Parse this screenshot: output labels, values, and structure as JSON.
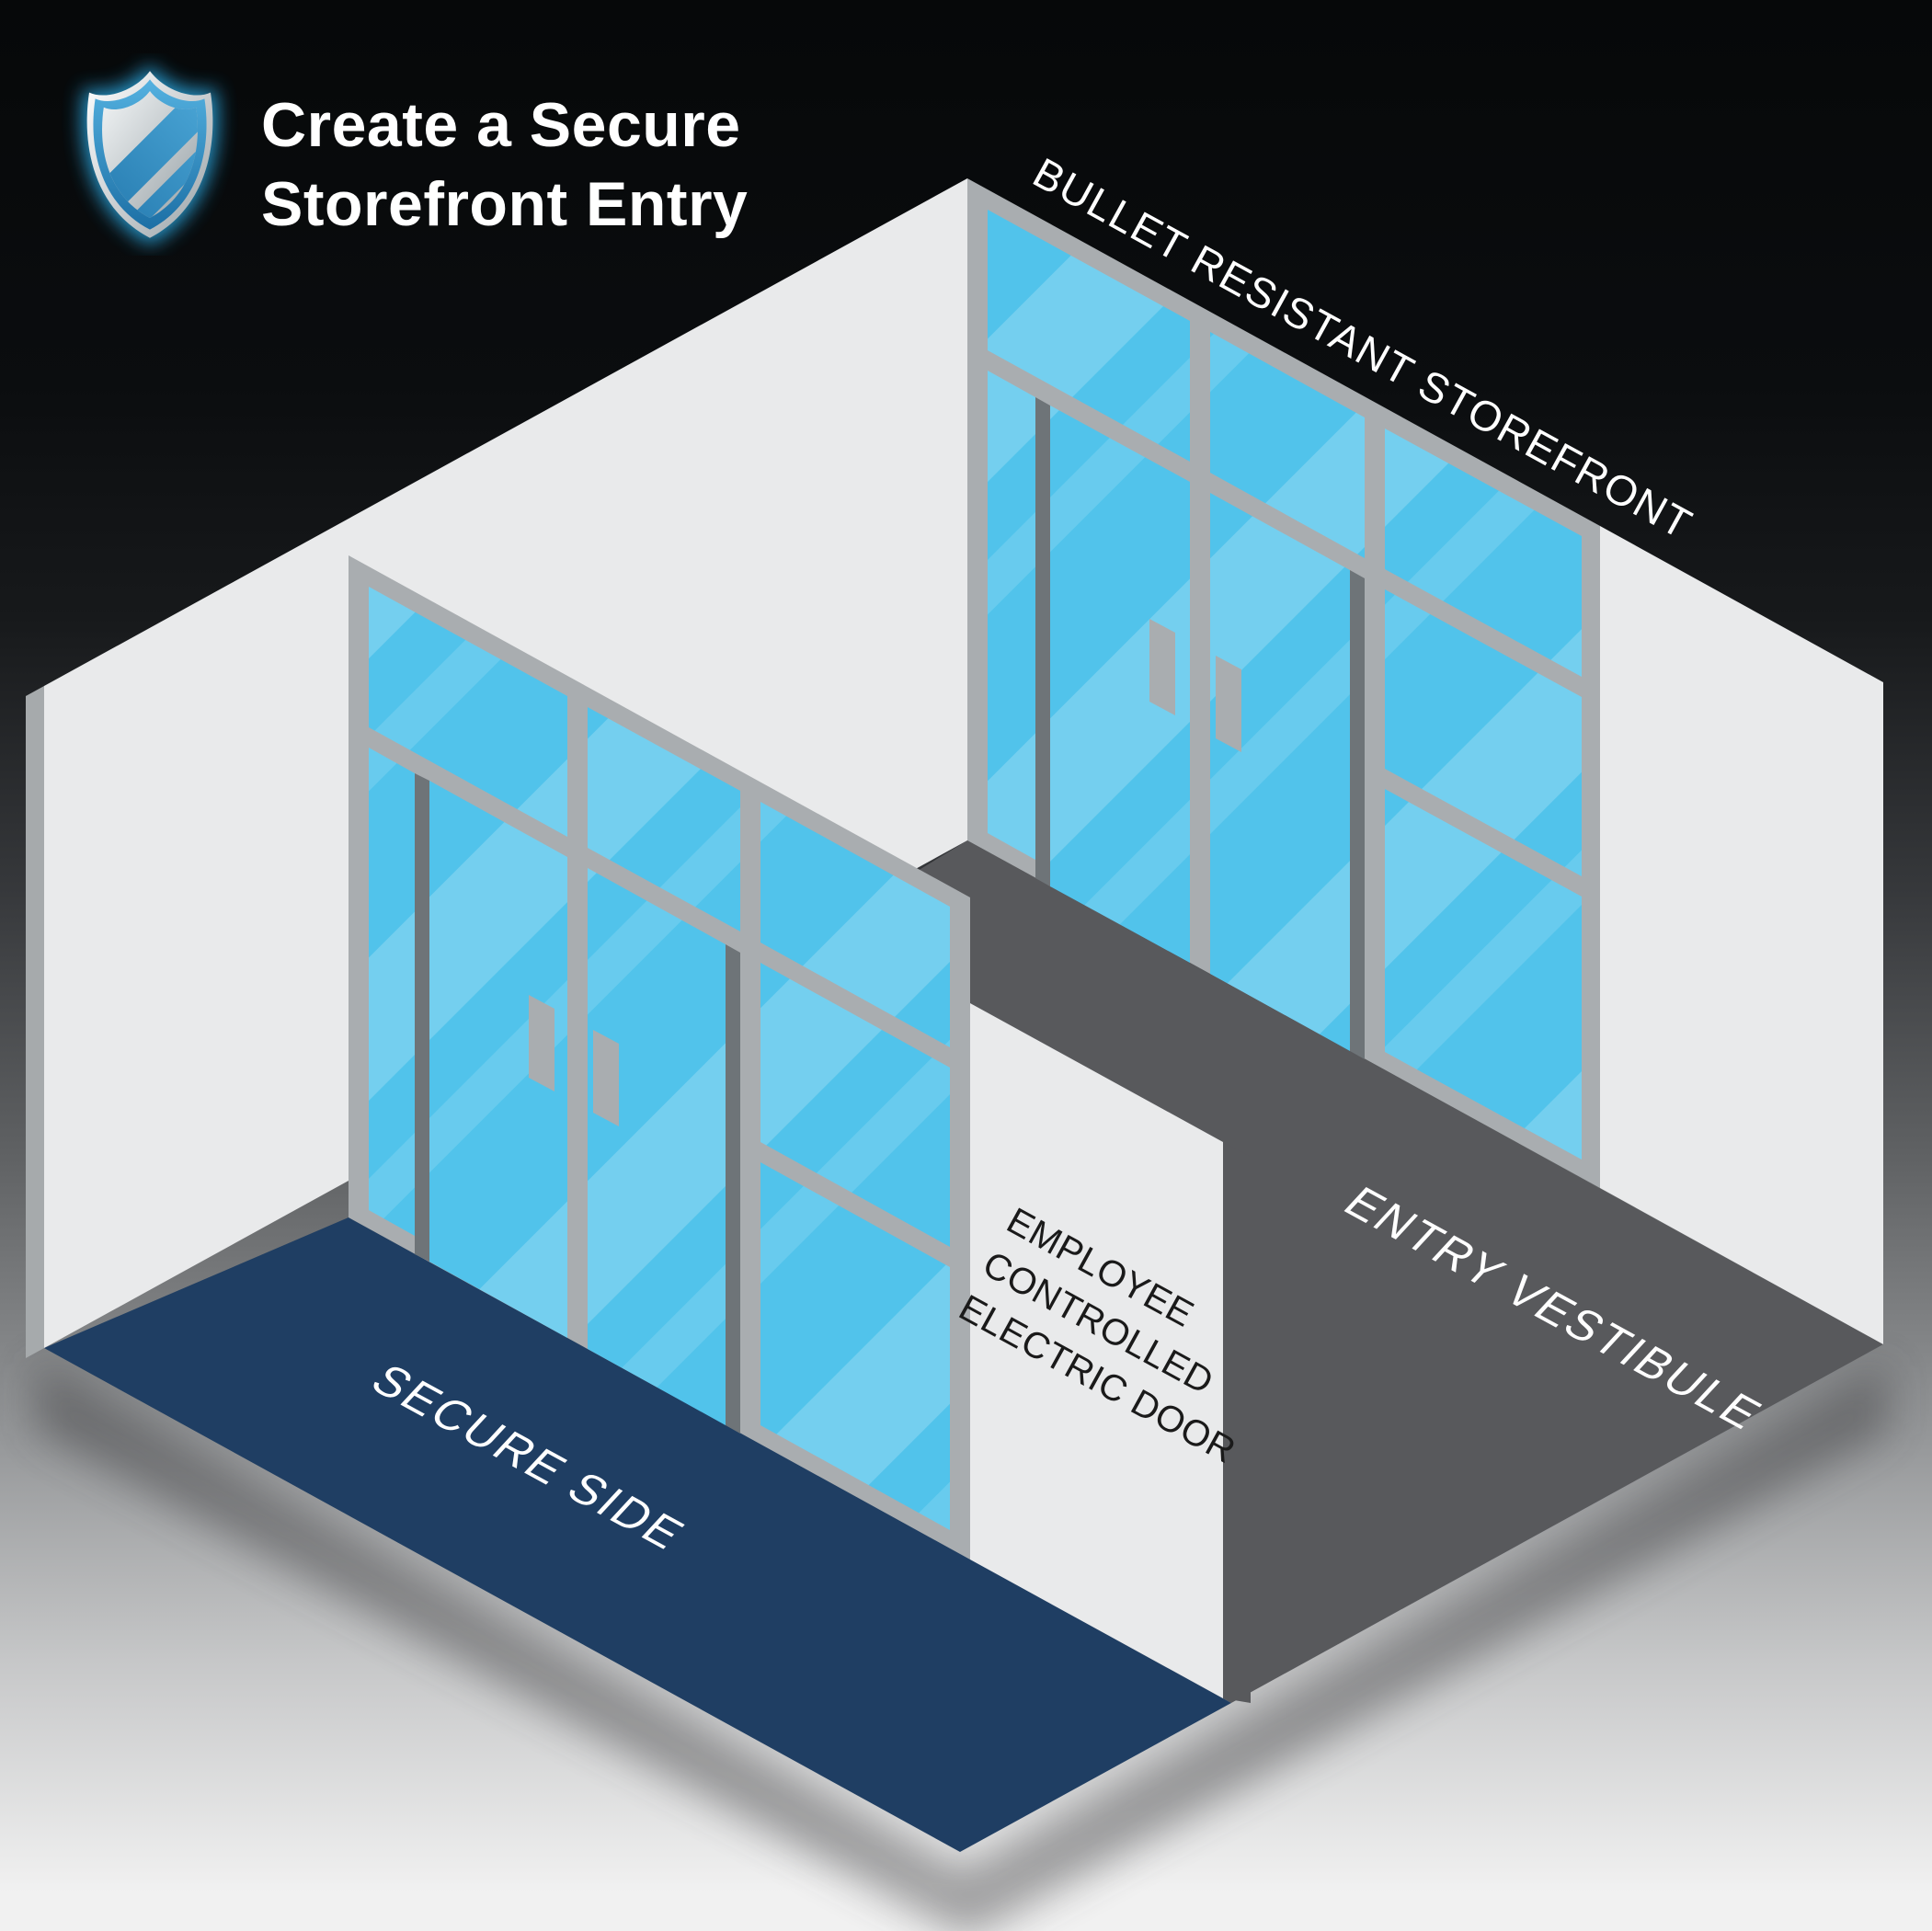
{
  "header": {
    "title_line1": "Create a Secure",
    "title_line2": "Storefront Entry"
  },
  "diagram": {
    "storefront_label": "BULLET RESISTANT STOREFRONT",
    "door_label_line1": "EMPLOYEE",
    "door_label_line2": "CONTROLLED",
    "door_label_line3": "ELECTRIC DOOR",
    "vestibule_label": "ENTRY VESTIBULE",
    "secure_label": "SECURE SIDE"
  },
  "icons": {
    "shield": "security-shield"
  },
  "colors": {
    "background_top": "#060809",
    "background_bottom": "#f1f1f1",
    "wall": "#e9eaeb",
    "wall_edge": "#a6aaac",
    "frame": "#a9adb0",
    "frame_dark": "#6e7478",
    "glass": "#51c3eb",
    "glass_highlight": "#ffffff",
    "secure_floor": "#1f3e63",
    "vestibule_floor": "#58595c",
    "title_text": "#ffffff",
    "label_dark_text": "#1a1a1a",
    "shield_blue": "#2f8fc9"
  }
}
